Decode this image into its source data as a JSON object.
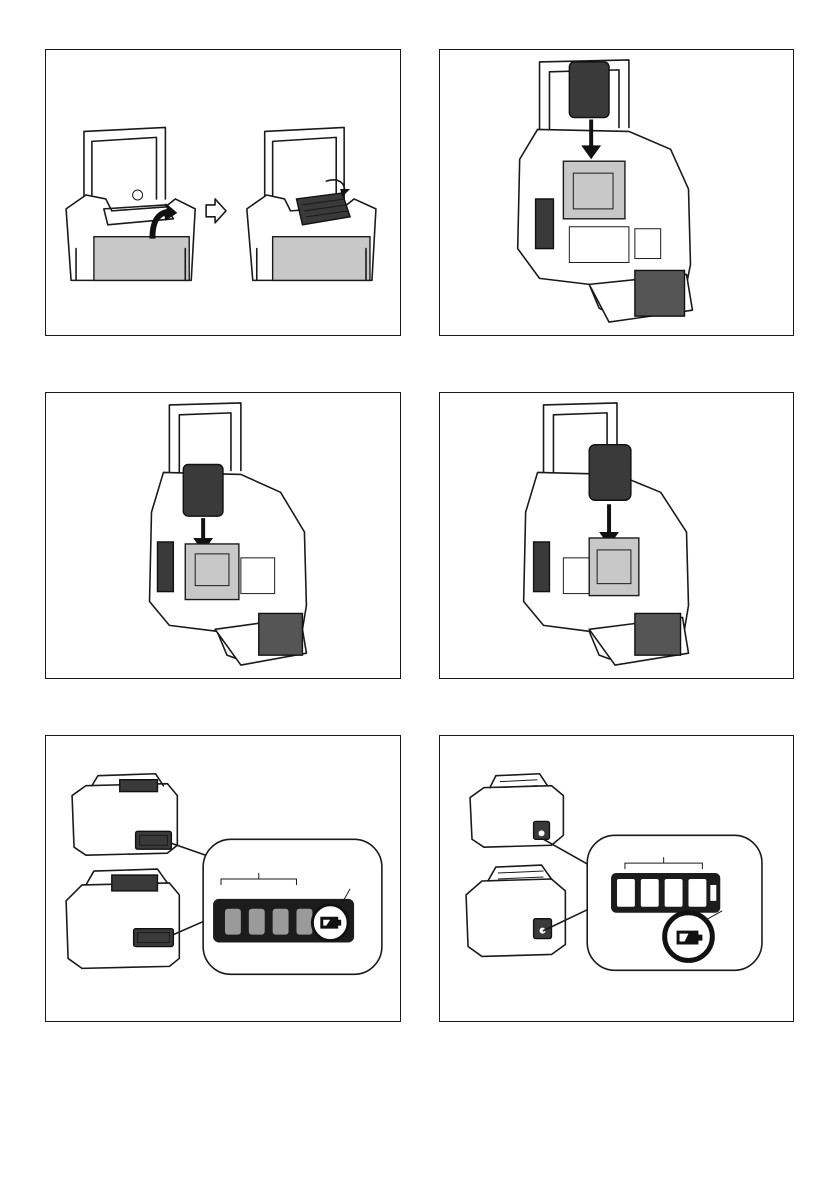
{
  "page": {
    "panels": [
      {
        "id": "fig-1",
        "content": "handle-lid-opening"
      },
      {
        "id": "fig-2",
        "content": "battery-insert-top"
      },
      {
        "id": "fig-3",
        "content": "battery-insert-left-slot"
      },
      {
        "id": "fig-4",
        "content": "battery-insert-right-slot"
      },
      {
        "id": "fig-5",
        "content": "battery-indicator-lamps-xgt"
      },
      {
        "id": "fig-6",
        "content": "battery-indicator-lamps-lxt"
      }
    ]
  },
  "battery_indicator": {
    "lamps_count": 4,
    "battery_icon": "battery-low-icon"
  },
  "colors": {
    "line": "#1a1a1a",
    "highlight": "#c8c8c8",
    "battery_dark": "#3a3a3a",
    "lamp": "#9a9a9a"
  }
}
